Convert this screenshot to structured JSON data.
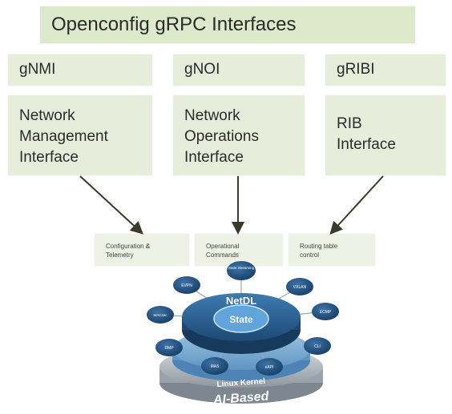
{
  "title": "Openconfig gRPC Interfaces",
  "interfaces": [
    {
      "name": "gNMI",
      "desc_lines": [
        "Network",
        "Management",
        "Interface"
      ]
    },
    {
      "name": "gNOI",
      "desc_lines": [
        "Network",
        "Operations",
        "Interface"
      ]
    },
    {
      "name": "gRIBI",
      "desc_lines": [
        "RIB",
        "Interface"
      ]
    }
  ],
  "functions": [
    {
      "lines": [
        "Configuration &",
        "Telemetry"
      ]
    },
    {
      "lines": [
        "Operational",
        "Commands"
      ]
    },
    {
      "lines": [
        "Routing table",
        "control"
      ]
    }
  ],
  "platform": {
    "top_label": "NetDL",
    "center_label": "State",
    "middle_label": "Linux Kernel",
    "base_label": "AI-Based",
    "nodes": [
      "State Streaming",
      "VXLAN",
      "ECMP",
      "CLI",
      "eAPI",
      "MAS",
      "DMP",
      "MACsec",
      "EVPN"
    ]
  },
  "colors": {
    "box": "#e6eedb",
    "title_box": "#dde9cb",
    "arrow": "#3a3a2a",
    "disk_blue": "#2a5d8c",
    "node_blue": "#1f4f7c"
  }
}
